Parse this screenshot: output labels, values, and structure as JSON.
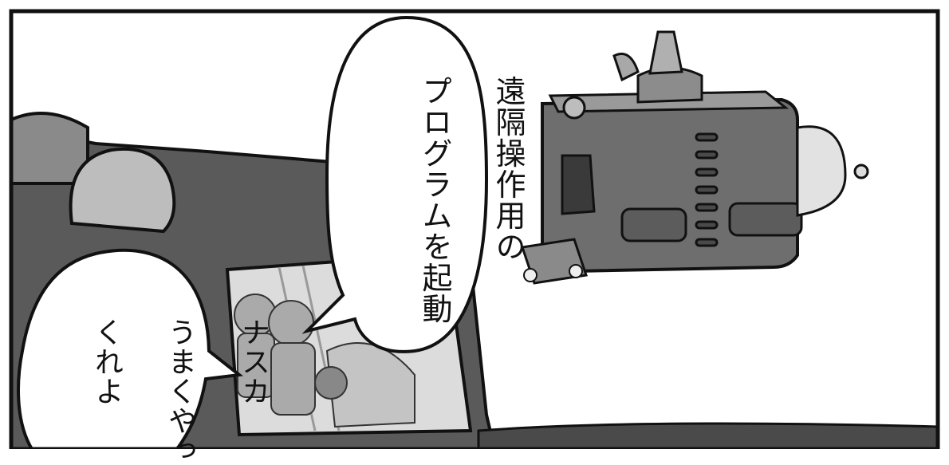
{
  "bubbles": {
    "right": {
      "lines": [
        "遠隔操作用の",
        "プログラムを起動"
      ]
    },
    "left": {
      "lines": [
        "ナスカ",
        "うまくやっ",
        "くれよ"
      ]
    }
  },
  "colors": {
    "ink": "#111111",
    "dark_gray": "#555555",
    "mid_gray": "#7a7a7a",
    "light_gray": "#c8c8c8",
    "background": "#ffffff"
  }
}
